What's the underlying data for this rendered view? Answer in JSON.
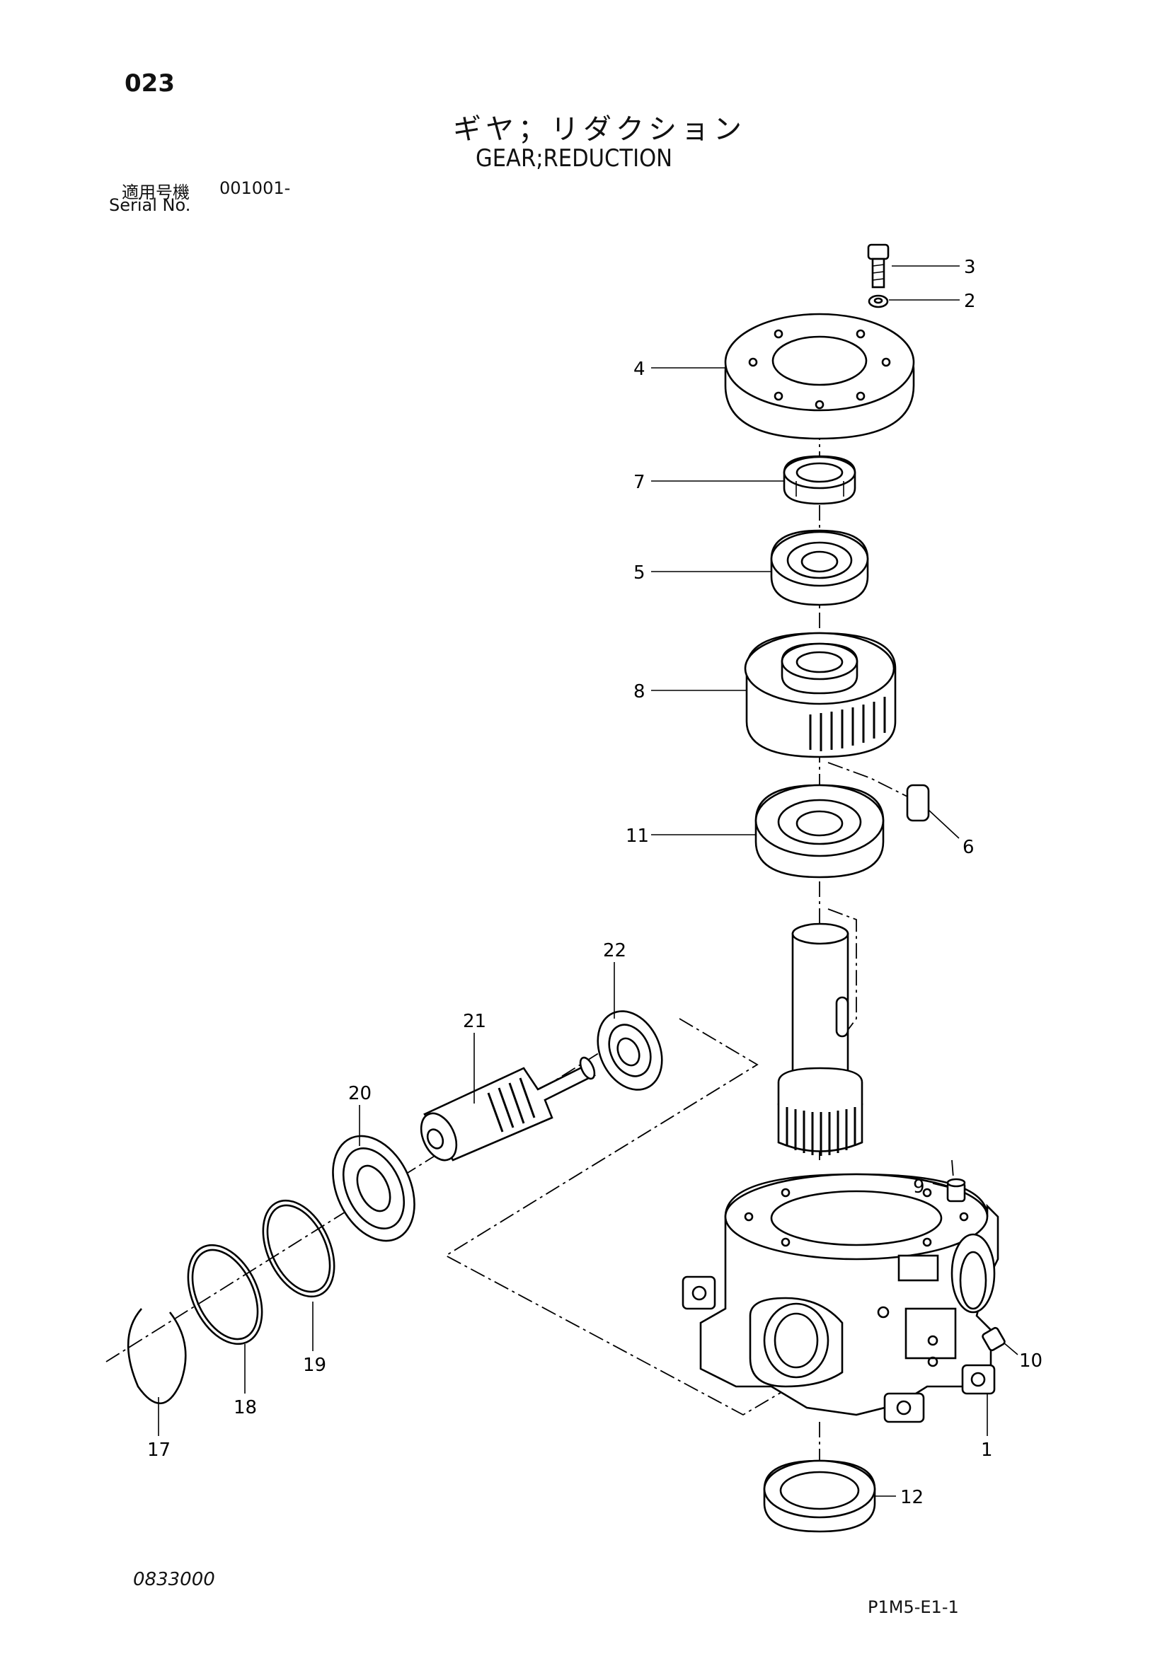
{
  "header": {
    "page_number": "023",
    "title_jp": "ギヤ；リダクション",
    "title_en": "GEAR;REDUCTION",
    "serial_label_jp": "適用号機",
    "serial_value": "001001-",
    "serial_label_en": "Serial No."
  },
  "footer": {
    "doc_code": "0833000",
    "figure_code": "P1M5-E1-1"
  },
  "callouts": [
    "1",
    "2",
    "3",
    "4",
    "5",
    "6",
    "7",
    "8",
    "9",
    "10",
    "11",
    "12",
    "17",
    "18",
    "19",
    "20",
    "21",
    "22"
  ]
}
